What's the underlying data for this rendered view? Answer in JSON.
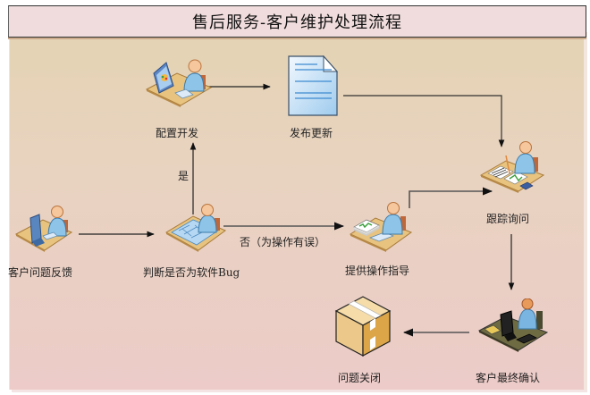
{
  "title": "售后服务-客户维护处理流程",
  "nodes": {
    "feedback": {
      "label": "客户问题反馈",
      "icon": "person-at-computer-icon"
    },
    "judge": {
      "label": "判断是否为软件Bug",
      "icon": "person-reviewing-blueprint-icon"
    },
    "dev": {
      "label": "配置开发",
      "icon": "person-designing-icon"
    },
    "release": {
      "label": "发布更新",
      "icon": "document-icon"
    },
    "guide": {
      "label": "提供操作指导",
      "icon": "person-with-papers-icon"
    },
    "track": {
      "label": "跟踪询问",
      "icon": "person-writing-report-icon"
    },
    "confirm": {
      "label": "客户最终确认",
      "icon": "person-at-workstation-icon"
    },
    "close": {
      "label": "问题关闭",
      "icon": "package-box-icon"
    }
  },
  "edges": {
    "yes_label": "是",
    "no_label": "否（为操作有误）"
  },
  "colors": {
    "title_bg": "#f0dcdc",
    "arrow": "#222222"
  }
}
